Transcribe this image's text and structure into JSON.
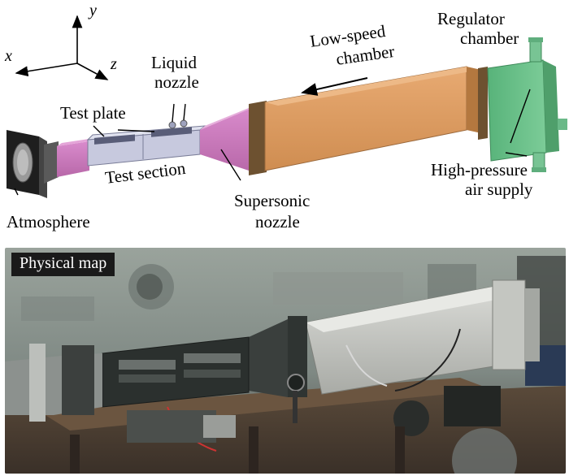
{
  "diagram": {
    "axes": {
      "x": "x",
      "y": "y",
      "z": "z"
    },
    "labels": {
      "low_speed_line1": "Low-speed",
      "low_speed_line2": "chamber",
      "regulator_line1": "Regulator",
      "regulator_line2": "chamber",
      "liquid_line1": "Liquid",
      "liquid_line2": "nozzle",
      "test_plate": "Test plate",
      "test_section": "Test section",
      "atmosphere": "Atmosphere",
      "supersonic_line1": "Supersonic",
      "supersonic_line2": "nozzle",
      "high_pressure_line1": "High-pressure",
      "high_pressure_line2": "air supply"
    },
    "colors": {
      "low_speed_chamber": "#d4935a",
      "supersonic_nozzle": "#c776b9",
      "test_section": "#b9bdd6",
      "regulator": "#6cc08a",
      "outlet": "#2a2a2a"
    }
  },
  "photo": {
    "title": "Physical map"
  }
}
